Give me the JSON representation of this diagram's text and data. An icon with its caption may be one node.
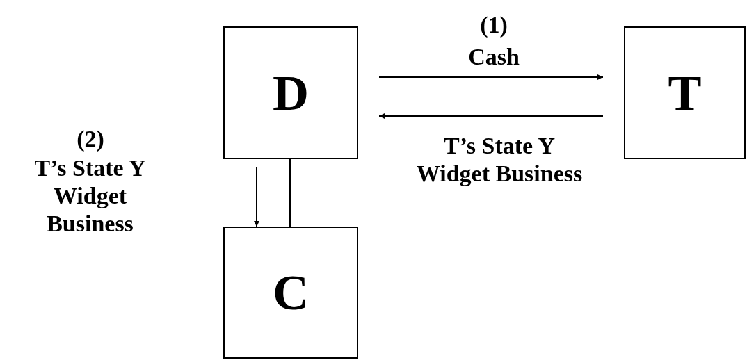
{
  "diagram": {
    "nodes": [
      {
        "text": [
          "D"
        ]
      },
      {
        "text": [
          "T"
        ]
      },
      {
        "text": [
          "C"
        ]
      }
    ],
    "edges": [
      {
        "from": 0,
        "to": 1,
        "arrow": "to",
        "label": "Cash"
      },
      {
        "from": 1,
        "to": 0,
        "arrow": "to",
        "label": "T’s State Y Widget Business"
      },
      {
        "from": 0,
        "to": 2,
        "arrow": "none"
      },
      {
        "from": 0,
        "to": 2,
        "arrow": "to",
        "label": "T’s State Y Widget Business"
      }
    ],
    "labels": [
      "(1)",
      "(2)"
    ]
  }
}
